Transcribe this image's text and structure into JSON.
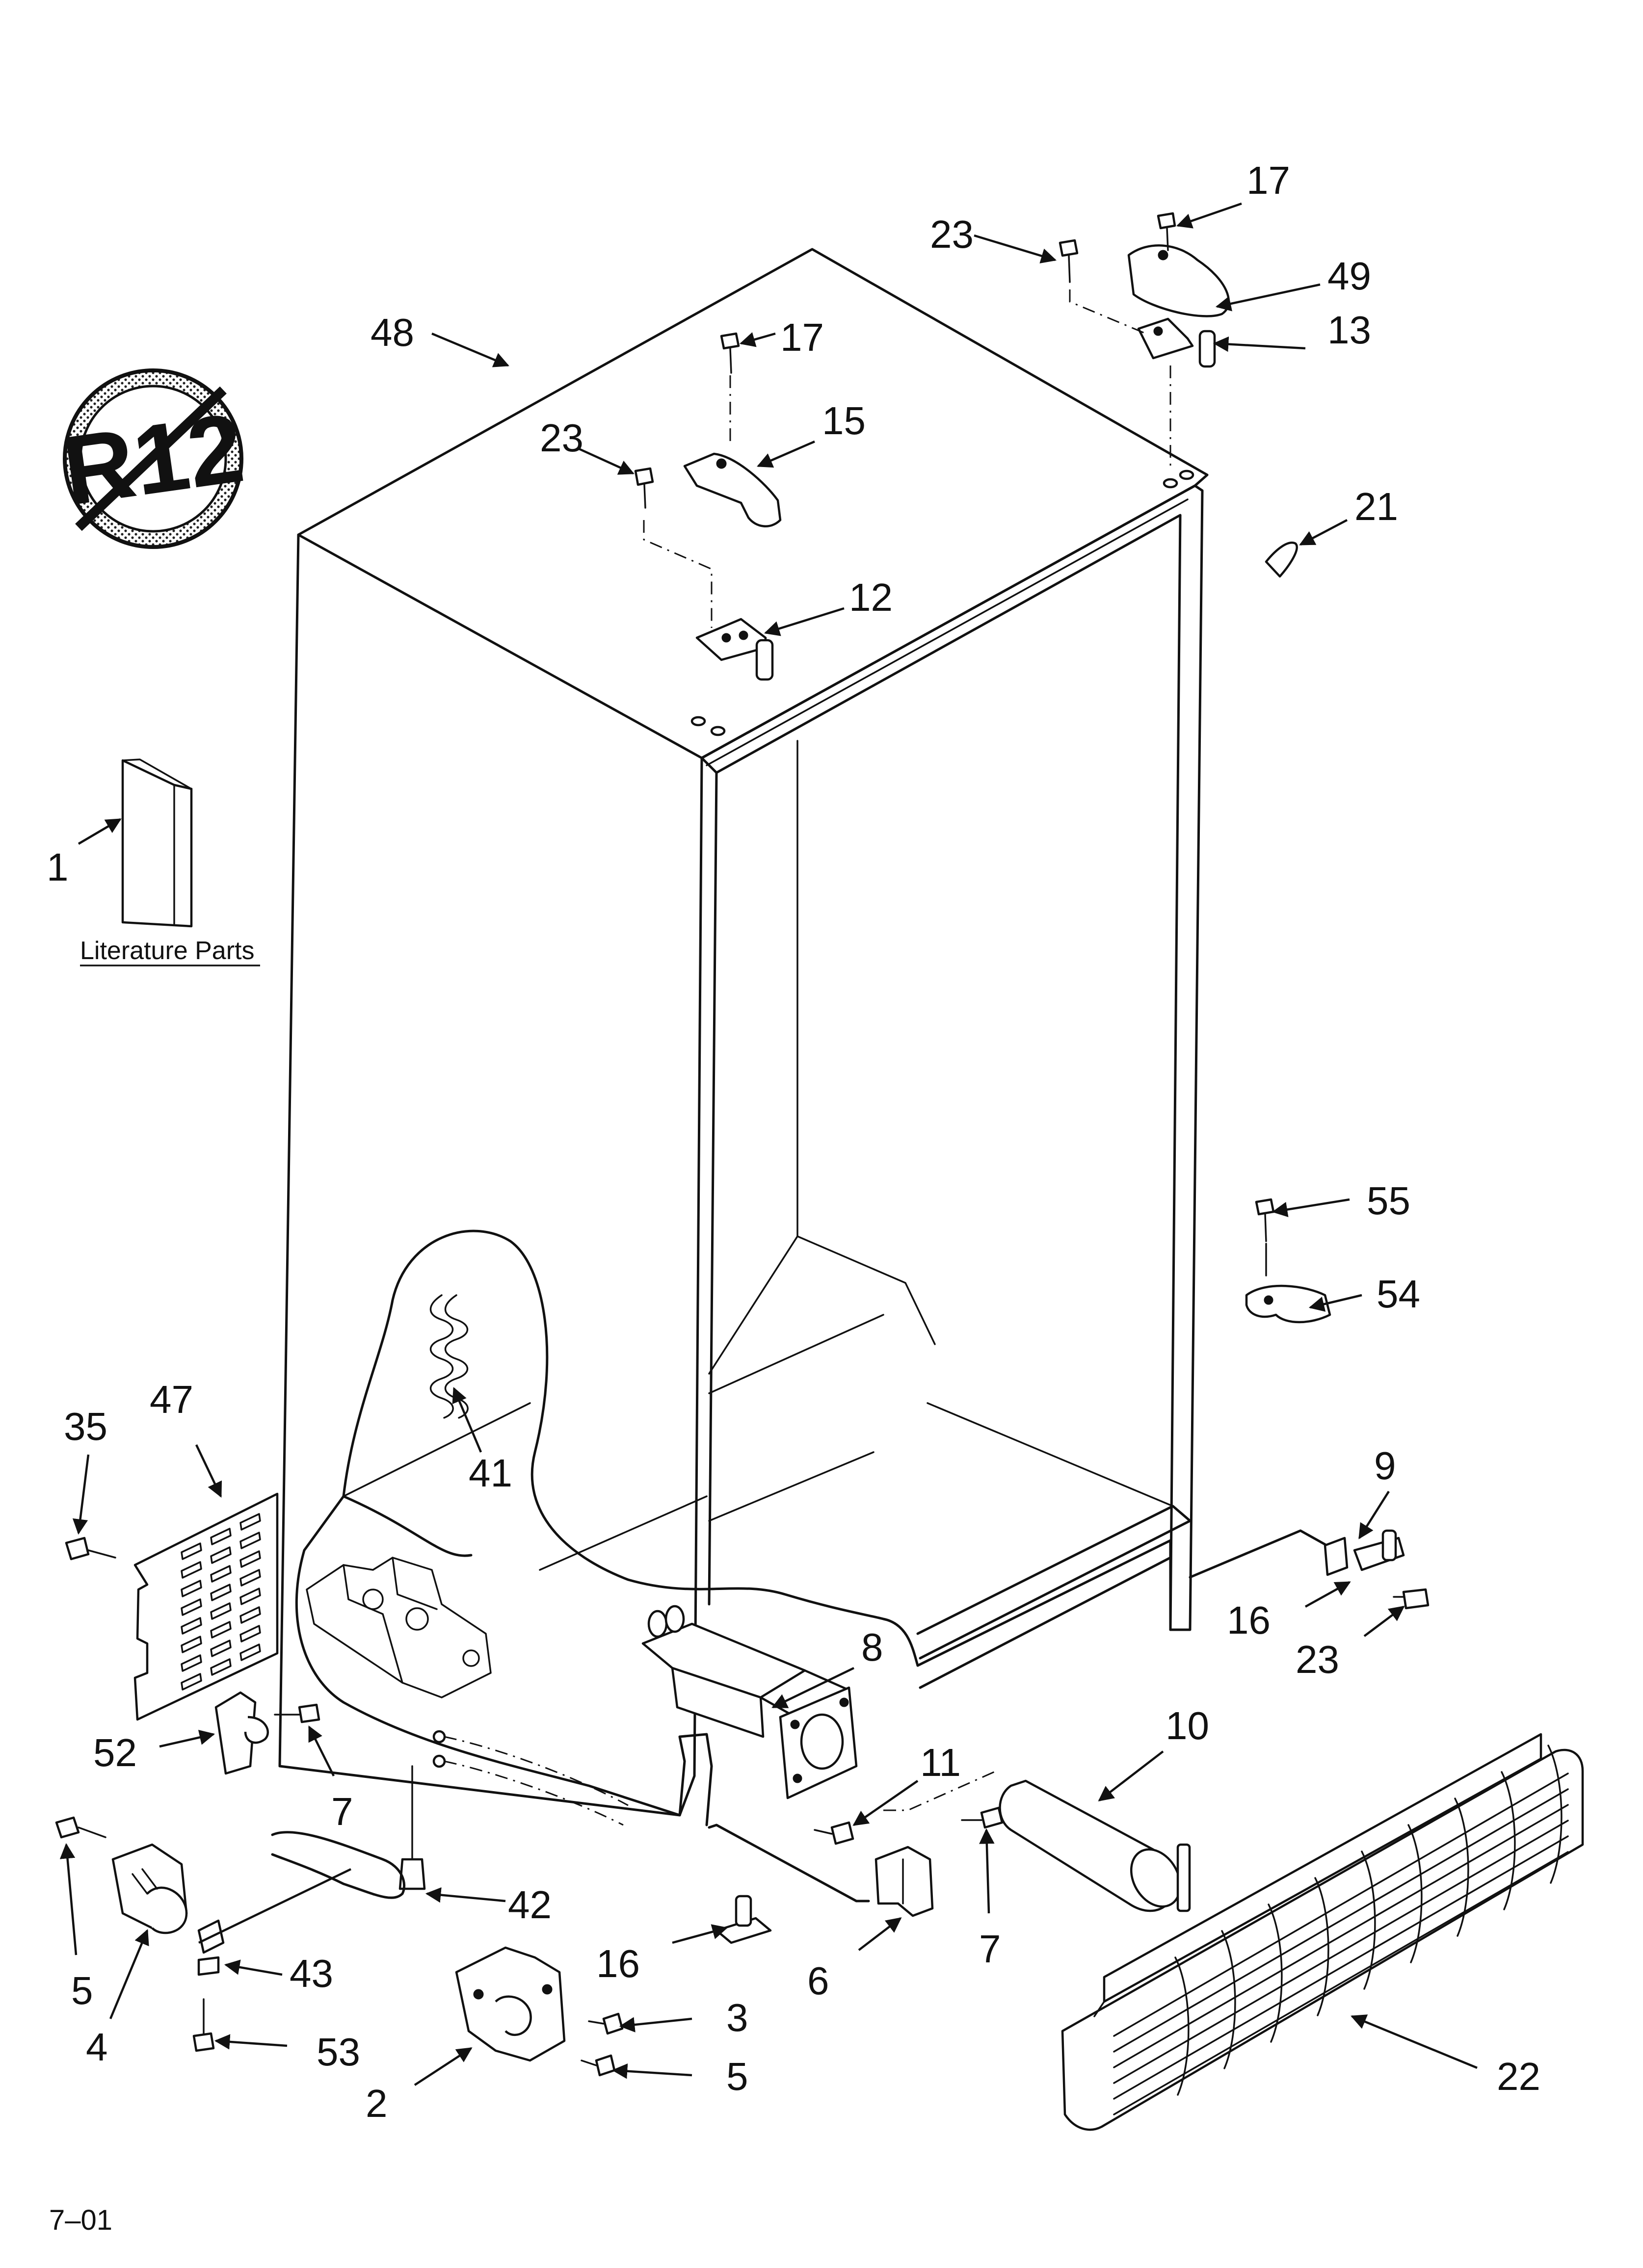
{
  "badge_text": "R12",
  "literature_label": "Literature Parts",
  "footer_code": "7–01",
  "colors": {
    "ink": "#111111",
    "paper": "#ffffff"
  },
  "callouts": [
    {
      "id": "c48",
      "label": "48"
    },
    {
      "id": "c17a",
      "label": "17"
    },
    {
      "id": "c15",
      "label": "15"
    },
    {
      "id": "c23a",
      "label": "23"
    },
    {
      "id": "c12",
      "label": "12"
    },
    {
      "id": "c23b",
      "label": "23"
    },
    {
      "id": "c17b",
      "label": "17"
    },
    {
      "id": "c49",
      "label": "49"
    },
    {
      "id": "c13",
      "label": "13"
    },
    {
      "id": "c21",
      "label": "21"
    },
    {
      "id": "c1",
      "label": "1"
    },
    {
      "id": "c55",
      "label": "55"
    },
    {
      "id": "c54",
      "label": "54"
    },
    {
      "id": "c9",
      "label": "9"
    },
    {
      "id": "c16a",
      "label": "16"
    },
    {
      "id": "c23c",
      "label": "23"
    },
    {
      "id": "c35",
      "label": "35"
    },
    {
      "id": "c47",
      "label": "47"
    },
    {
      "id": "c41",
      "label": "41"
    },
    {
      "id": "c8",
      "label": "8"
    },
    {
      "id": "c10",
      "label": "10"
    },
    {
      "id": "c11",
      "label": "11"
    },
    {
      "id": "c52",
      "label": "52"
    },
    {
      "id": "c7a",
      "label": "7"
    },
    {
      "id": "c42",
      "label": "42"
    },
    {
      "id": "c5a",
      "label": "5"
    },
    {
      "id": "c4",
      "label": "4"
    },
    {
      "id": "c43",
      "label": "43"
    },
    {
      "id": "c53",
      "label": "53"
    },
    {
      "id": "c16b",
      "label": "16"
    },
    {
      "id": "c6",
      "label": "6"
    },
    {
      "id": "c7b",
      "label": "7"
    },
    {
      "id": "c3",
      "label": "3"
    },
    {
      "id": "c5b",
      "label": "5"
    },
    {
      "id": "c2",
      "label": "2"
    },
    {
      "id": "c22",
      "label": "22"
    }
  ]
}
